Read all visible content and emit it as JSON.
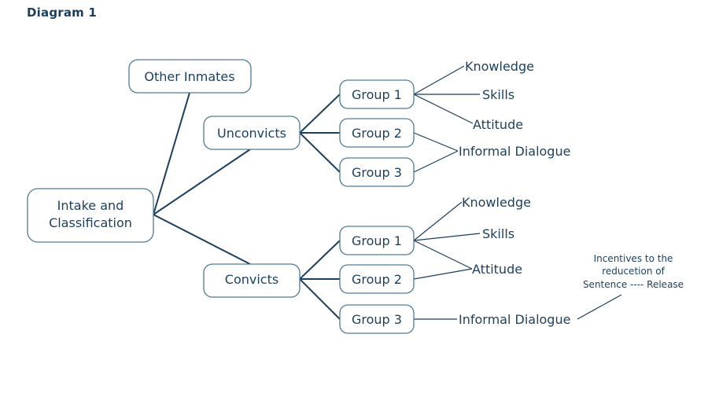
{
  "title": "Diagram 1",
  "nodes": {
    "intake": [
      "Intake and",
      "Classification"
    ],
    "other_inmates": "Other Inmates",
    "unconvicts": "Unconvicts",
    "convicts": "Convicts",
    "unconvicts_groups": [
      "Group 1",
      "Group 2",
      "Group 3"
    ],
    "convicts_groups": [
      "Group 1",
      "Group 2",
      "Group 3"
    ]
  },
  "outcomes": {
    "unconvicts": {
      "knowledge": "Knowledge",
      "skills": "Skills",
      "attitude": "Attitude",
      "informal_dialogue": "Informal Dialogue"
    },
    "convicts": {
      "knowledge": "Knowledge",
      "skills": "Skills",
      "attitude": "Attitude",
      "informal_dialogue": "Informal Dialogue"
    }
  },
  "note": [
    "Incentives to the",
    "reducetion of",
    "Sentence ---- Release"
  ],
  "colors": {
    "text": "#1c3f5e",
    "box_border": "#4d7a99",
    "connector": "#1c3f5e"
  }
}
